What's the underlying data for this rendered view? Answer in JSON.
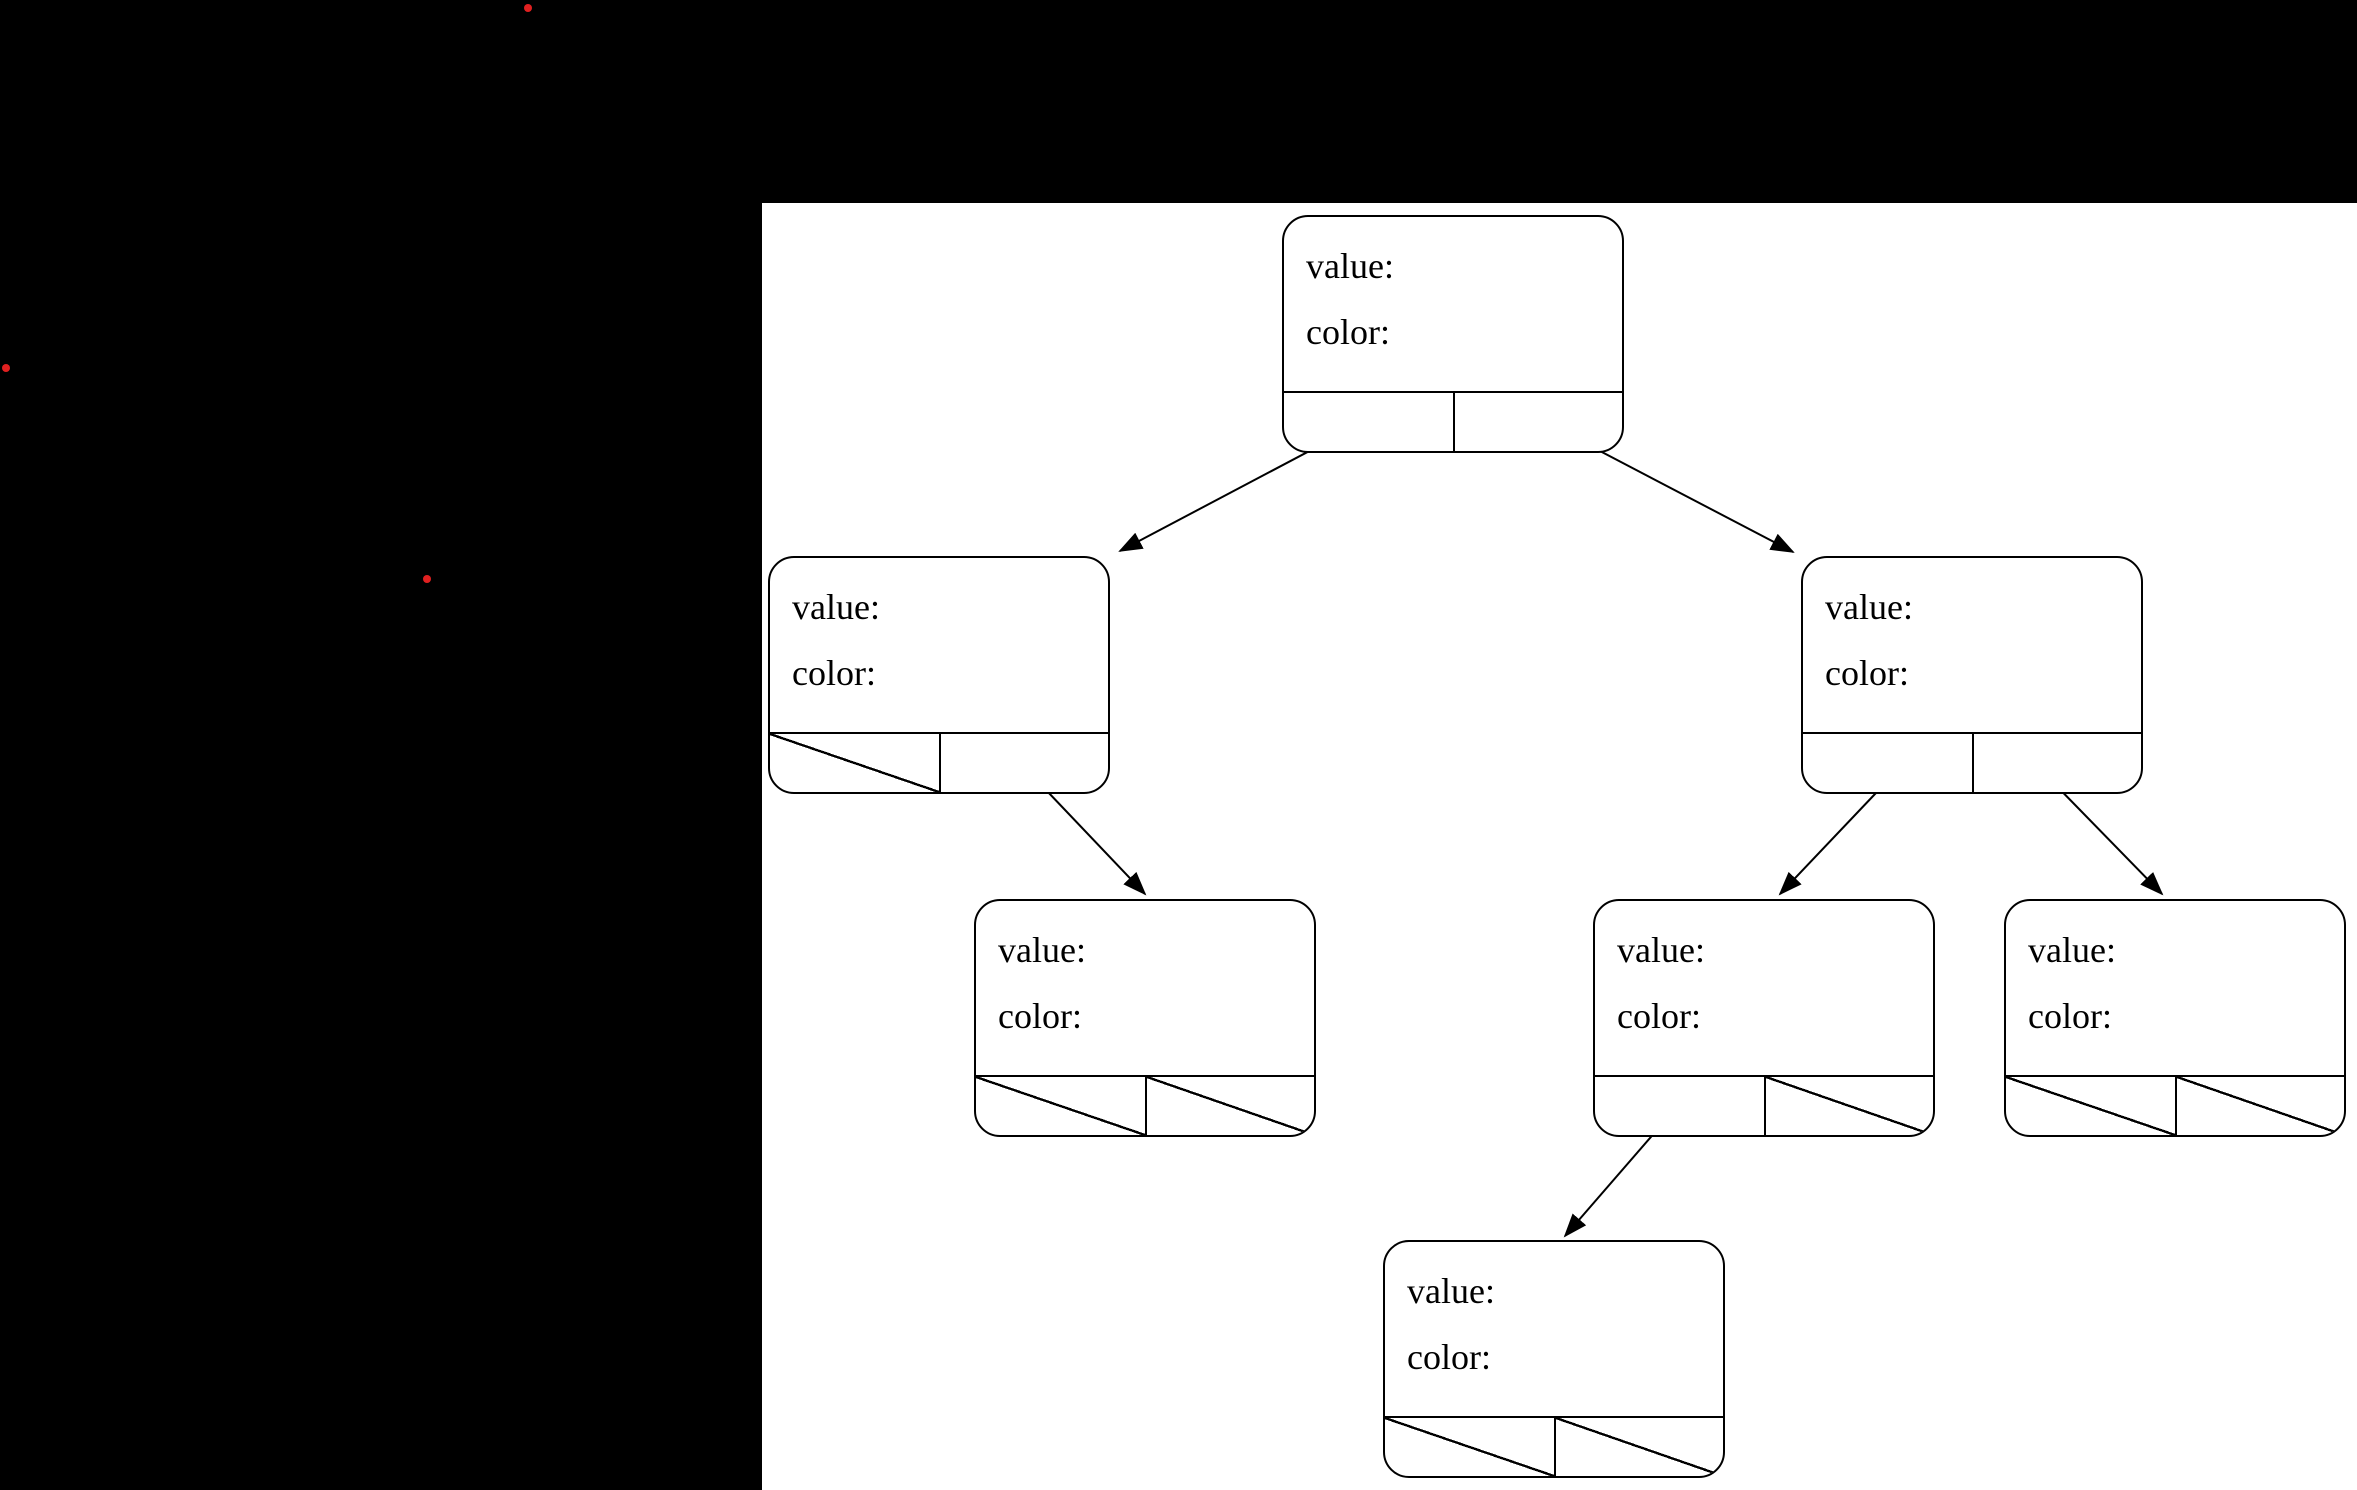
{
  "scene": {
    "background_color": "#000000",
    "canvas_color": "#ffffff",
    "ink_color": "#000000",
    "marker_dot_color": "#e02020",
    "marker_dot_count": 3
  },
  "tree": {
    "type": "binary-tree-diagram",
    "field_labels": {
      "value": "value:",
      "color": "color:"
    },
    "nodes": [
      {
        "id": "n1",
        "role": "root",
        "left_pointer": "n2",
        "right_pointer": "n3"
      },
      {
        "id": "n2",
        "role": "left-child-of-n1",
        "left_pointer": "null",
        "right_pointer": "n4"
      },
      {
        "id": "n3",
        "role": "right-child-of-n1",
        "left_pointer": "n5",
        "right_pointer": "n6"
      },
      {
        "id": "n4",
        "role": "right-child-of-n2",
        "left_pointer": "null",
        "right_pointer": "null"
      },
      {
        "id": "n5",
        "role": "left-child-of-n3",
        "left_pointer": "n7",
        "right_pointer": "null"
      },
      {
        "id": "n6",
        "role": "right-child-of-n3",
        "left_pointer": "null",
        "right_pointer": "null"
      },
      {
        "id": "n7",
        "role": "left-child-of-n5",
        "left_pointer": "null",
        "right_pointer": "null"
      }
    ]
  }
}
